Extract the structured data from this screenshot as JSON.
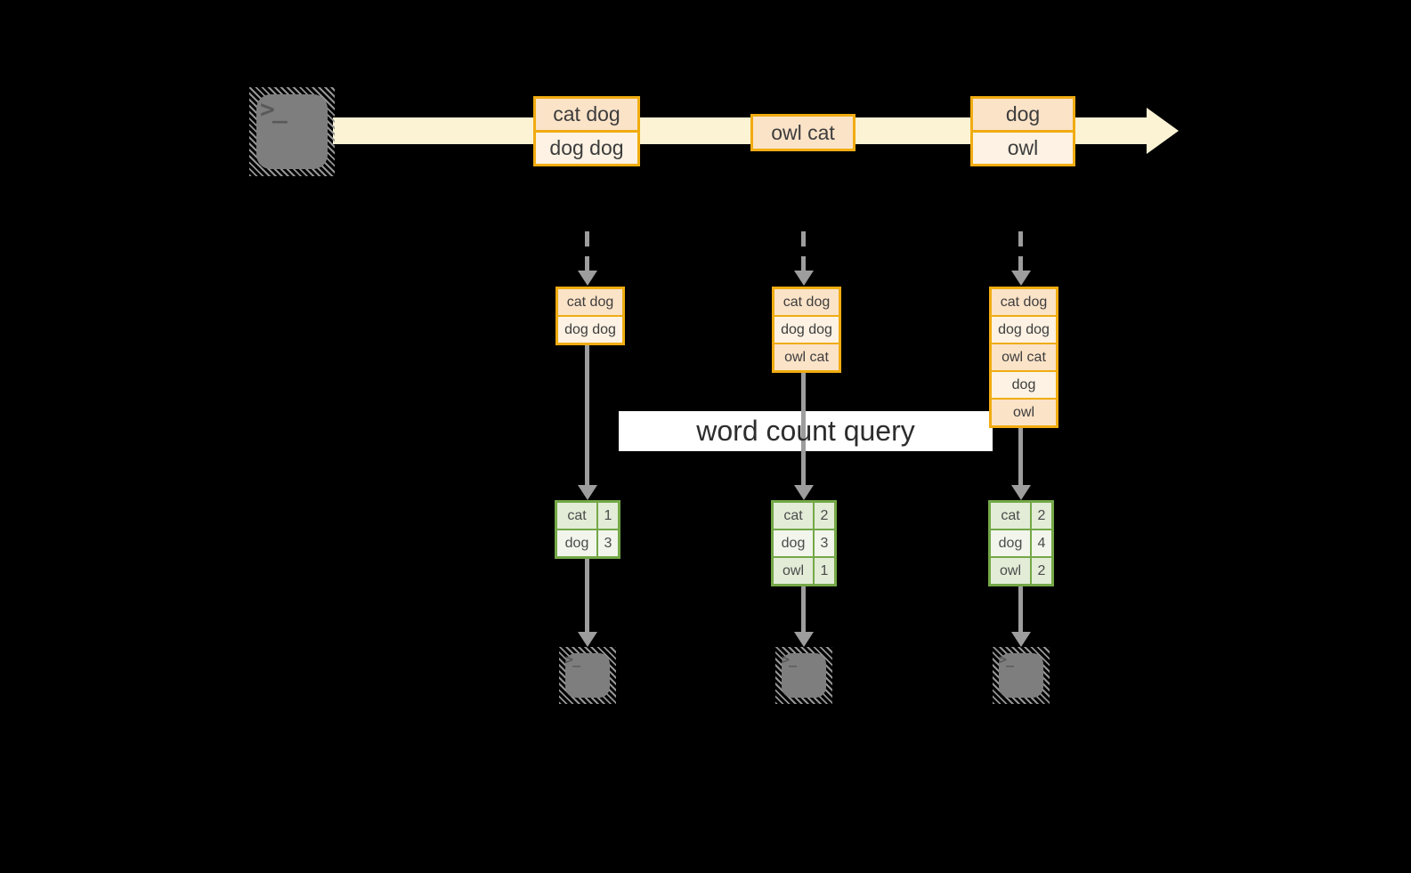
{
  "diagram": {
    "query_label": "word count query",
    "prompt_glyph": ">_",
    "stream_events": [
      {
        "lines": [
          "cat dog",
          "dog dog"
        ]
      },
      {
        "lines": [
          "owl cat"
        ]
      },
      {
        "lines": [
          "dog",
          "owl"
        ]
      }
    ],
    "snapshots": [
      {
        "buffer": [
          "cat dog",
          "dog dog"
        ],
        "counts": [
          {
            "word": "cat",
            "count": "1"
          },
          {
            "word": "dog",
            "count": "3"
          }
        ]
      },
      {
        "buffer": [
          "cat dog",
          "dog dog",
          "owl cat"
        ],
        "counts": [
          {
            "word": "cat",
            "count": "2"
          },
          {
            "word": "dog",
            "count": "3"
          },
          {
            "word": "owl",
            "count": "1"
          }
        ]
      },
      {
        "buffer": [
          "cat dog",
          "dog dog",
          "owl cat",
          "dog",
          "owl"
        ],
        "counts": [
          {
            "word": "cat",
            "count": "2"
          },
          {
            "word": "dog",
            "count": "4"
          },
          {
            "word": "owl",
            "count": "2"
          }
        ]
      }
    ],
    "colors": {
      "background": "#000000",
      "stream_band": "#fcf3d4",
      "box_border": "#f0ac11",
      "cell_peach": "#fbe3c8",
      "cell_cream": "#fdf2e3",
      "table_border": "#74a847",
      "table_row_dark": "#e3ecd7",
      "table_row_light": "#f1f5ec",
      "arrow_gray": "#9d9d9d",
      "terminal_gray": "#7e7e7e",
      "query_band_bg": "#ffffff",
      "text_dark": "#3d3d3d"
    }
  }
}
